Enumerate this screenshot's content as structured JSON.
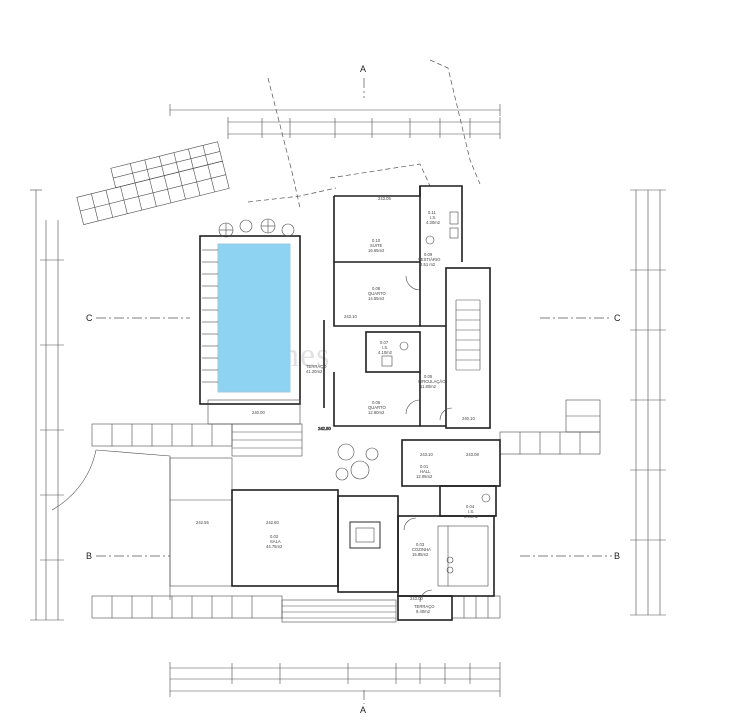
{
  "colors": {
    "line": "#2b2b2b",
    "pool_fill": "#8fd3f2",
    "pool_edge": "#9cc9df",
    "watermark": "#d9d9d9"
  },
  "watermark": "Bornes",
  "sections": {
    "a_top": "A",
    "a_bottom": "A",
    "b_left": "B",
    "b_right": "B",
    "c_left": "C",
    "c_right": "C"
  },
  "levels": {
    "upper_top": "243.05",
    "corridor": "243.10",
    "pool_bottom": "240.00",
    "terrace_mid": "242.50",
    "hall": "243.10",
    "hall_right": "243.08",
    "stair_right": "240.10",
    "left_patio": "242.55",
    "sala": "242.60",
    "terraco": "243.00"
  },
  "rooms": {
    "is_upper": {
      "code": "0.11",
      "name": "I.S.",
      "area": "4.30m2"
    },
    "suite": {
      "code": "0.10",
      "name": "SUITE",
      "area": "16.65m2"
    },
    "vestiario": {
      "code": "0.09",
      "name": "VESTIÁRIO",
      "area": "3.51 m2"
    },
    "quarto_top": {
      "code": "0.08",
      "name": "QUARTO",
      "area": "14.55m2"
    },
    "is_mid": {
      "code": "0.07",
      "name": "I.S.",
      "area": "4.10m2"
    },
    "terraco_left": {
      "name": "TERRAÇO",
      "area": "41.20m2"
    },
    "circulacao": {
      "code": "0.05",
      "name": "CIRCULAÇÃO",
      "area": "11.80m2"
    },
    "quarto_low": {
      "code": "0.06",
      "name": "QUARTO",
      "area": "12.80m2"
    },
    "hall": {
      "code": "0.01",
      "name": "HALL",
      "area": "12.05m2"
    },
    "is_kitchen": {
      "code": "0.04",
      "name": "I.S.",
      "area": "3.00m2"
    },
    "sala": {
      "code": "0.02",
      "name": "SALA",
      "area": "44.75m2"
    },
    "cozinha": {
      "code": "0.03",
      "name": "COZINHA",
      "area": "15.85m2"
    },
    "terraco_bottom": {
      "name": "TERRAÇO",
      "area": "9.40m2"
    }
  }
}
